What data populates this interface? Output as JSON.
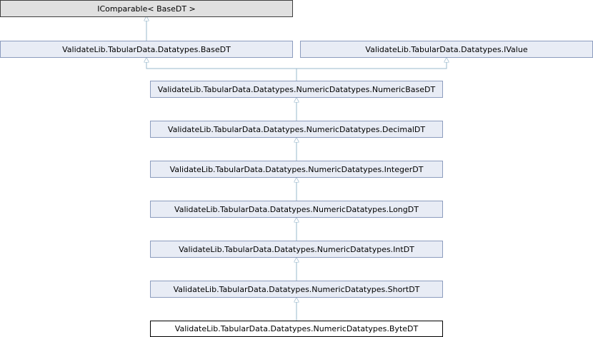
{
  "nodes": {
    "icomparable": "IComparable< BaseDT >",
    "basedt": "ValidateLib.TabularData.Datatypes.BaseDT",
    "ivalue": "ValidateLib.TabularData.Datatypes.IValue",
    "numericbasedt": "ValidateLib.TabularData.Datatypes.NumericDatatypes.NumericBaseDT",
    "decimaldt": "ValidateLib.TabularData.Datatypes.NumericDatatypes.DecimalDT",
    "integerdt": "ValidateLib.TabularData.Datatypes.NumericDatatypes.IntegerDT",
    "longdt": "ValidateLib.TabularData.Datatypes.NumericDatatypes.LongDT",
    "intdt": "ValidateLib.TabularData.Datatypes.NumericDatatypes.IntDT",
    "shortdt": "ValidateLib.TabularData.Datatypes.NumericDatatypes.ShortDT",
    "bytedt": "ValidateLib.TabularData.Datatypes.NumericDatatypes.ByteDT"
  },
  "colors": {
    "edge": "#9ab8cc",
    "node_fill": "#e8ecf5",
    "node_border": "#8c9cbe",
    "external_fill": "#e0e0e0",
    "current_fill": "#ffffff"
  }
}
